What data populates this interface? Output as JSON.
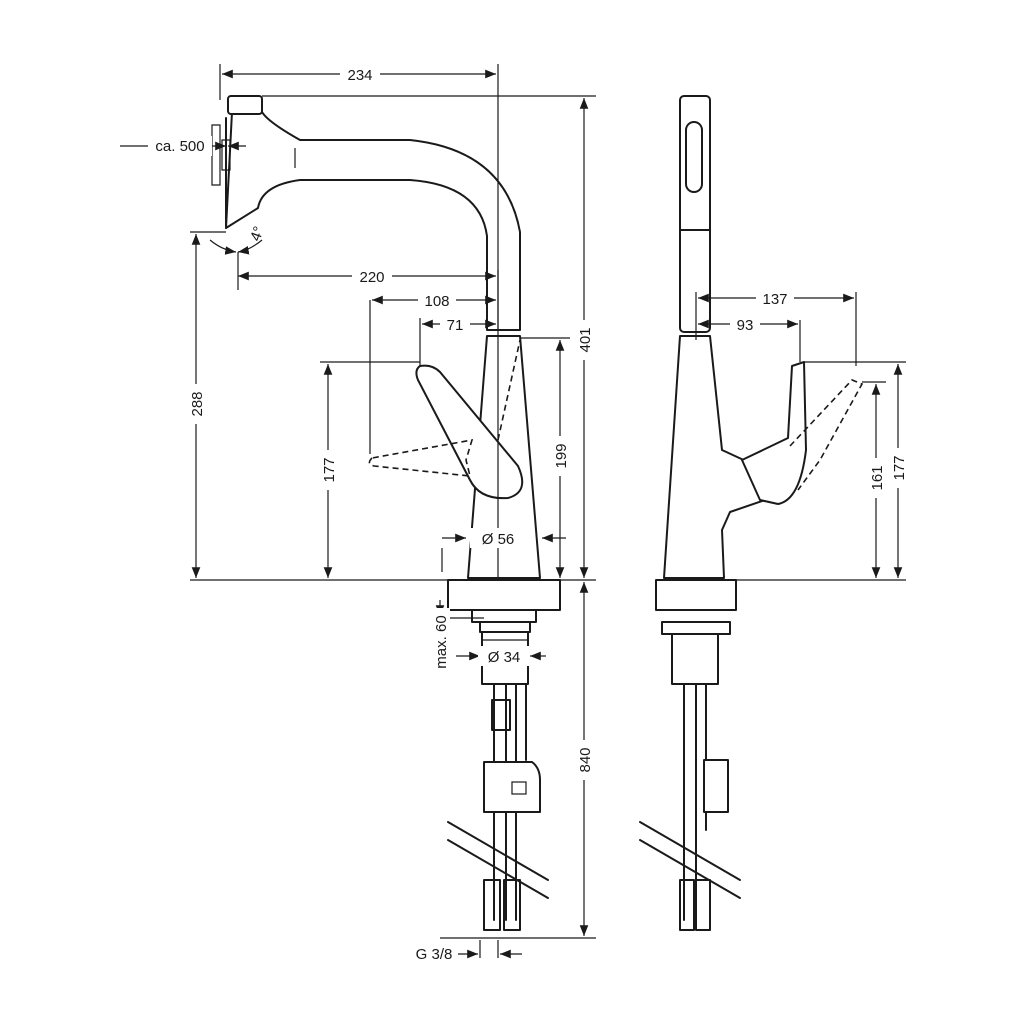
{
  "colors": {
    "line": "#1a1a1a",
    "background": "#ffffff"
  },
  "dimensions": {
    "w234": "234",
    "ca500": "ca. 500",
    "angle4": "4°",
    "w220": "220",
    "w108": "108",
    "w71": "71",
    "h401": "401",
    "h288": "288",
    "h177_left": "177",
    "h199": "199",
    "d56": "Ø 56",
    "max60": "max. 60",
    "d34": "Ø 34",
    "h840": "840",
    "g38": "G 3/8",
    "w137": "137",
    "w93": "93",
    "h161": "161",
    "h177_right": "177"
  }
}
